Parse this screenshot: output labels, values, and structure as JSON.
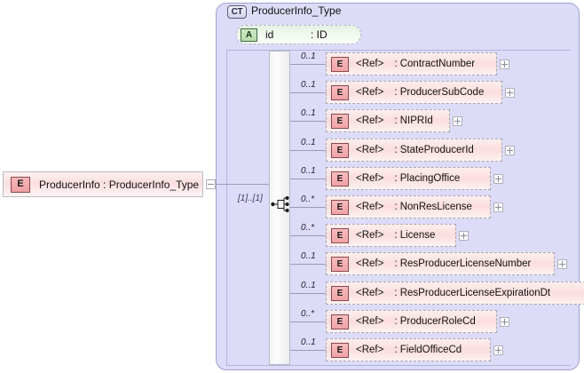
{
  "diagram": {
    "kind": "xml-schema-element-diagram",
    "root_element": {
      "icon": "element-icon",
      "icon_letter": "E",
      "label": "ProducerInfo : ProducerInfo_Type",
      "toggle": "minus"
    },
    "complex_type": {
      "badge": "CT",
      "title": "ProducerInfo_Type",
      "attribute": {
        "badge": "A",
        "name": "id",
        "type": ": ID"
      },
      "compositor": {
        "icon": "sequence-icon",
        "cardinality": "[1]..[1]"
      },
      "children": [
        {
          "cardinality": "0..1",
          "icon_letter": "E",
          "tag": "<Ref>",
          "name": ": ContractNumber",
          "toggle": "plus"
        },
        {
          "cardinality": "0..1",
          "icon_letter": "E",
          "tag": "<Ref>",
          "name": ": ProducerSubCode",
          "toggle": "plus"
        },
        {
          "cardinality": "0..1",
          "icon_letter": "E",
          "tag": "<Ref>",
          "name": ": NIPRId",
          "toggle": "plus"
        },
        {
          "cardinality": "0..1",
          "icon_letter": "E",
          "tag": "<Ref>",
          "name": ": StateProducerId",
          "toggle": "plus"
        },
        {
          "cardinality": "0..1",
          "icon_letter": "E",
          "tag": "<Ref>",
          "name": ": PlacingOffice",
          "toggle": "plus"
        },
        {
          "cardinality": "0..*",
          "icon_letter": "E",
          "tag": "<Ref>",
          "name": ": NonResLicense",
          "toggle": "plus"
        },
        {
          "cardinality": "0..*",
          "icon_letter": "E",
          "tag": "<Ref>",
          "name": ": License",
          "toggle": "plus"
        },
        {
          "cardinality": "0..1",
          "icon_letter": "E",
          "tag": "<Ref>",
          "name": ": ResProducerLicenseNumber",
          "toggle": "plus"
        },
        {
          "cardinality": "0..1",
          "icon_letter": "E",
          "tag": "<Ref>",
          "name": ": ResProducerLicenseExpirationDt",
          "toggle": "plus"
        },
        {
          "cardinality": "0..*",
          "icon_letter": "E",
          "tag": "<Ref>",
          "name": ": ProducerRoleCd",
          "toggle": "plus"
        },
        {
          "cardinality": "0..1",
          "icon_letter": "E",
          "tag": "<Ref>",
          "name": ": FieldOfficeCd",
          "toggle": "plus"
        }
      ]
    },
    "colors": {
      "element_fill": "#fbdedf",
      "element_border": "#b9b9bf",
      "complextype_fill": "#dcdcf8",
      "complextype_border": "#9fa0cf",
      "attribute_fill": "#e4f3e2",
      "line": "#9a9ab5",
      "canvas": "#ffffff"
    }
  }
}
